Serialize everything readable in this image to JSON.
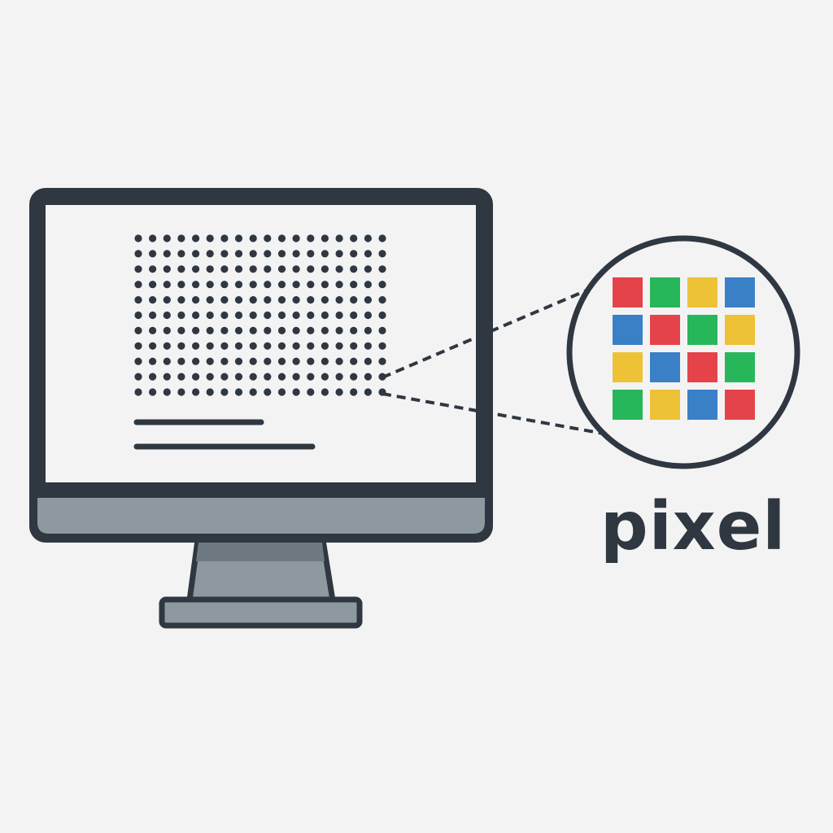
{
  "label": "pixel",
  "colors": {
    "background": "#f3f3f3",
    "outline": "#2f3741",
    "screen": "#f3f3f3",
    "chin": "#8e989f",
    "stand": "#8e989f",
    "stand_shadow": "#6f7981",
    "dot": "#2f3741",
    "red": "#e5434a",
    "green": "#28b65a",
    "yellow": "#edc236",
    "blue": "#3a80c7"
  },
  "pixel_grid": [
    [
      "red",
      "green",
      "yellow",
      "blue"
    ],
    [
      "blue",
      "red",
      "green",
      "yellow"
    ],
    [
      "yellow",
      "blue",
      "red",
      "green"
    ],
    [
      "green",
      "yellow",
      "blue",
      "red"
    ]
  ],
  "dot_grid": {
    "rows": 11,
    "cols": 18
  },
  "text_lines": 2
}
